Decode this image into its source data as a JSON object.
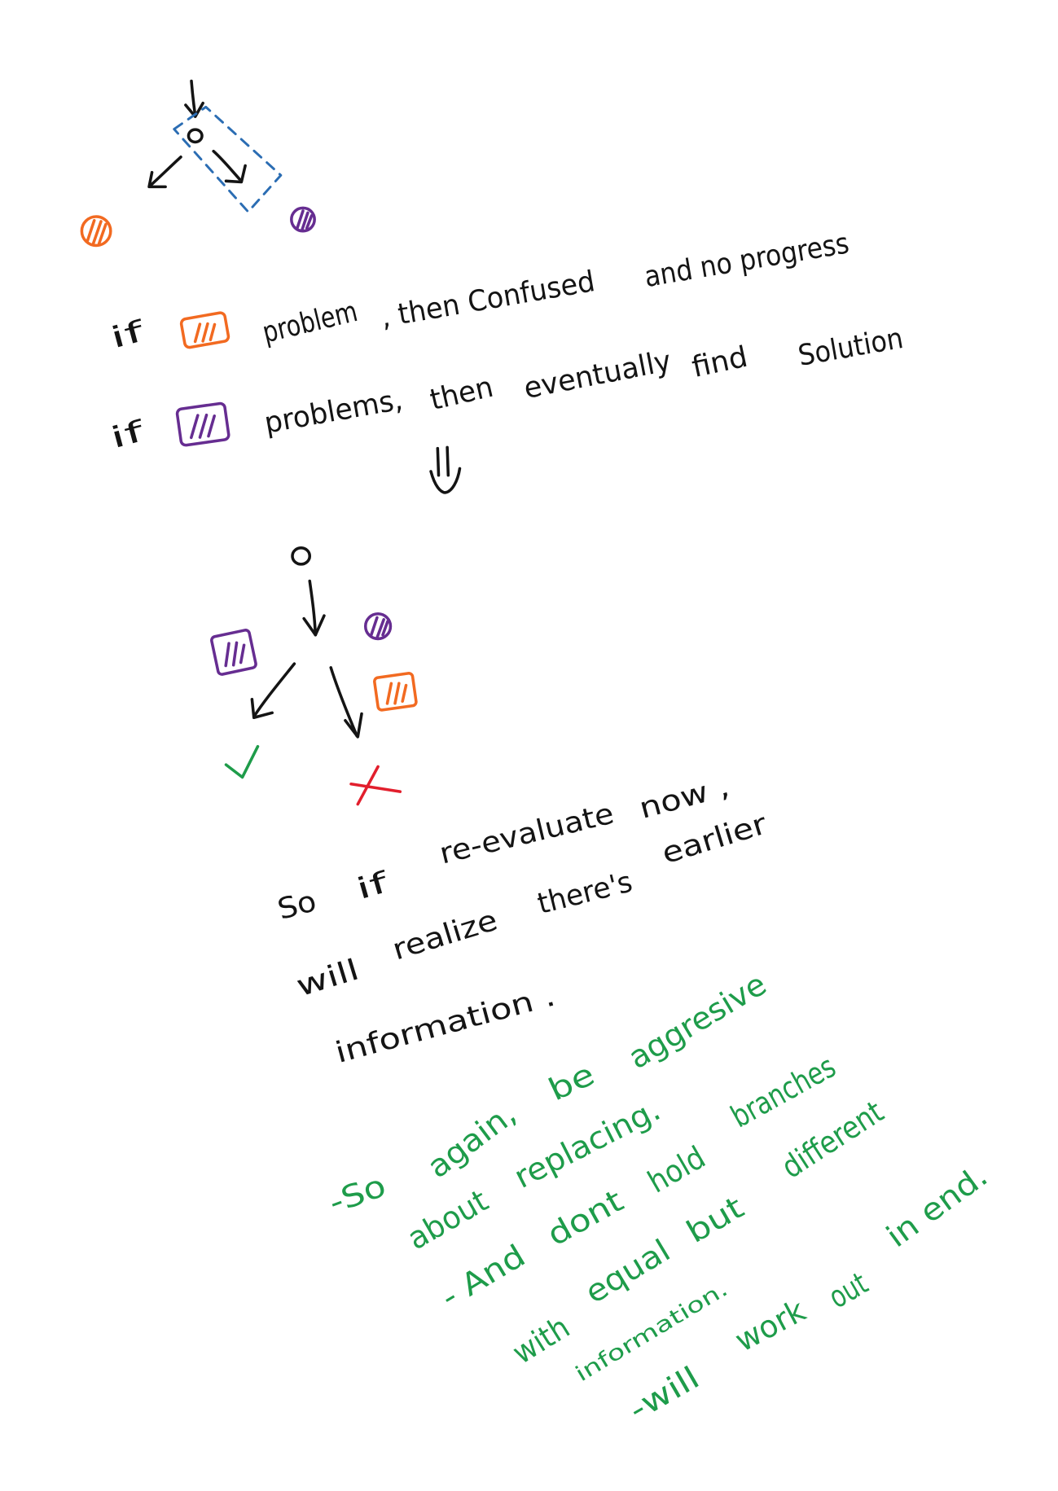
{
  "colors": {
    "paper": "#ffffff",
    "ink": "#141414",
    "orange": "#f26a21",
    "purple": "#662d91",
    "blue": "#2b6db3",
    "green": "#1e9c4a",
    "red": "#e21f2d"
  },
  "icons": {
    "orange_marker": "orange-hatched-square-icon",
    "purple_marker": "purple-hatched-square-icon",
    "orange_option": "orange-hatched-circle-icon",
    "purple_option": "purple-hatched-circle-icon",
    "success": "check-mark-icon",
    "failure": "cross-mark-icon"
  },
  "statement_orange": {
    "if": "if",
    "problem": "problem",
    "then": ", then Confused",
    "outcome": "and no progress"
  },
  "statement_purple": {
    "if": "if",
    "problems": "problems,",
    "then": "then",
    "eventually": "eventually",
    "find": "find",
    "solution": "Solution"
  },
  "conclusion": {
    "line1": [
      "So",
      "if",
      "re-evaluate",
      "now ,"
    ],
    "line2": [
      "will",
      "realize",
      "there's",
      "earlier"
    ],
    "line3": [
      "information ."
    ]
  },
  "notes": [
    [
      "-So",
      "again,",
      "be",
      "aggresive"
    ],
    [
      "about",
      "replacing."
    ],
    [
      "- And",
      "dont",
      "hold",
      "branches"
    ],
    [
      "with",
      "equal",
      "but",
      "different"
    ],
    [
      "information."
    ],
    [
      "-will",
      "work",
      "out",
      "in end."
    ]
  ]
}
